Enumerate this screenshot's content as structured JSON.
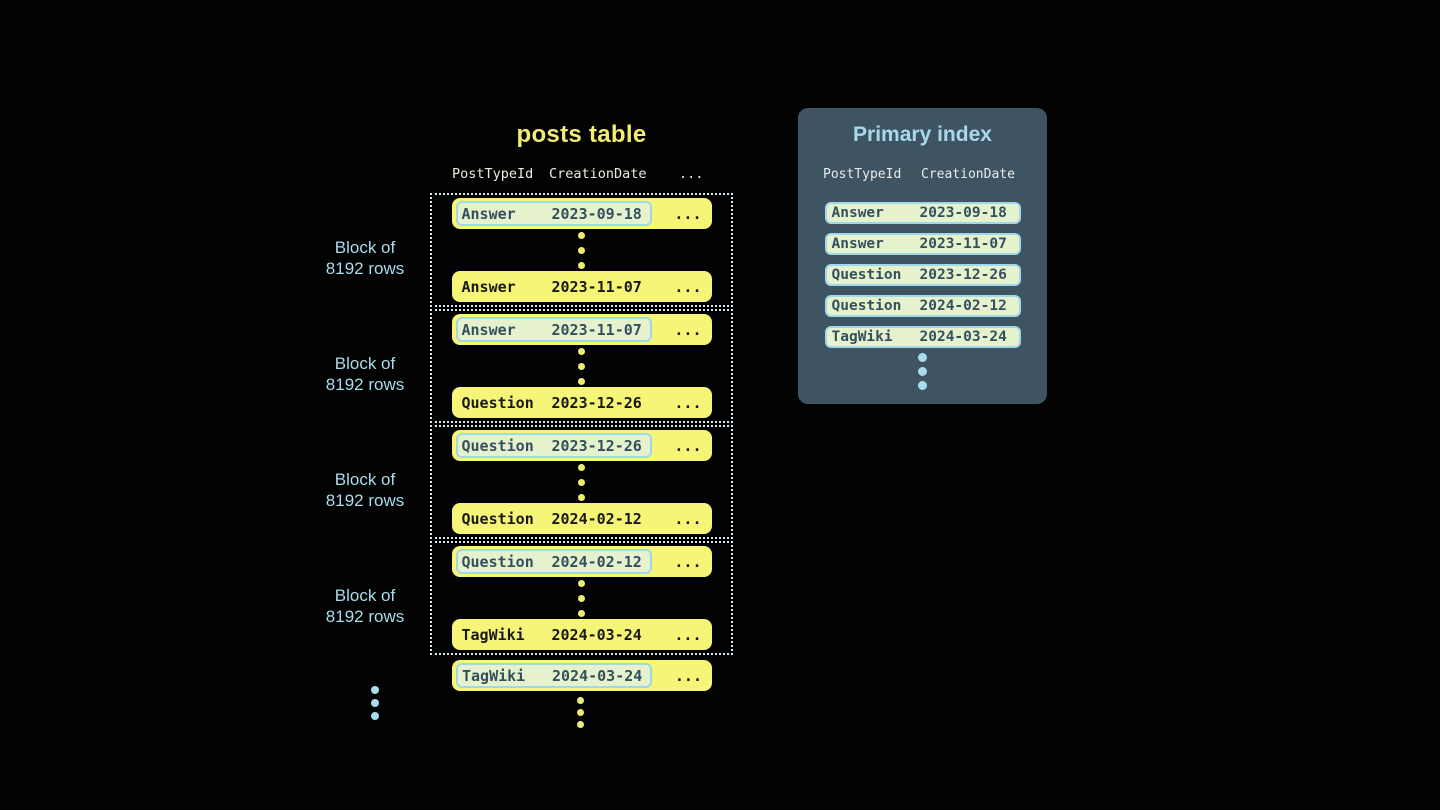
{
  "colors": {
    "background": "#020202",
    "row_yellow": "#f7f577",
    "title_yellow": "#f3ee6e",
    "light_blue": "#a9dcec",
    "panel_slate": "#3e5463",
    "highlight_bg": "#e6f1cd",
    "highlight_border": "#9fd8e8",
    "highlight_text": "#34505e",
    "row_text": "#191919",
    "header_text": "#ecede0",
    "dotted_border": "#d4e9f1"
  },
  "posts_table": {
    "title": "posts table",
    "columns": [
      "PostTypeId",
      "CreationDate"
    ],
    "header_ellipsis": "...",
    "row_ellipsis": "...",
    "block_label": [
      "Block of",
      "8192 rows"
    ],
    "blocks": [
      {
        "first": {
          "type": "Answer",
          "date": "2023-09-18"
        },
        "last": {
          "type": "Answer",
          "date": "2023-11-07"
        }
      },
      {
        "first": {
          "type": "Answer",
          "date": "2023-11-07"
        },
        "last": {
          "type": "Question",
          "date": "2023-12-26"
        }
      },
      {
        "first": {
          "type": "Question",
          "date": "2023-12-26"
        },
        "last": {
          "type": "Question",
          "date": "2024-02-12"
        }
      },
      {
        "first": {
          "type": "Question",
          "date": "2024-02-12"
        },
        "last": {
          "type": "TagWiki",
          "date": "2024-03-24"
        }
      }
    ],
    "overflow_row": {
      "type": "TagWiki",
      "date": "2024-03-24"
    }
  },
  "primary_index": {
    "title": "Primary index",
    "columns": [
      "PostTypeId",
      "CreationDate"
    ],
    "rows": [
      {
        "type": "Answer",
        "date": "2023-09-18"
      },
      {
        "type": "Answer",
        "date": "2023-11-07"
      },
      {
        "type": "Question",
        "date": "2023-12-26"
      },
      {
        "type": "Question",
        "date": "2024-02-12"
      },
      {
        "type": "TagWiki",
        "date": "2024-03-24"
      }
    ]
  }
}
